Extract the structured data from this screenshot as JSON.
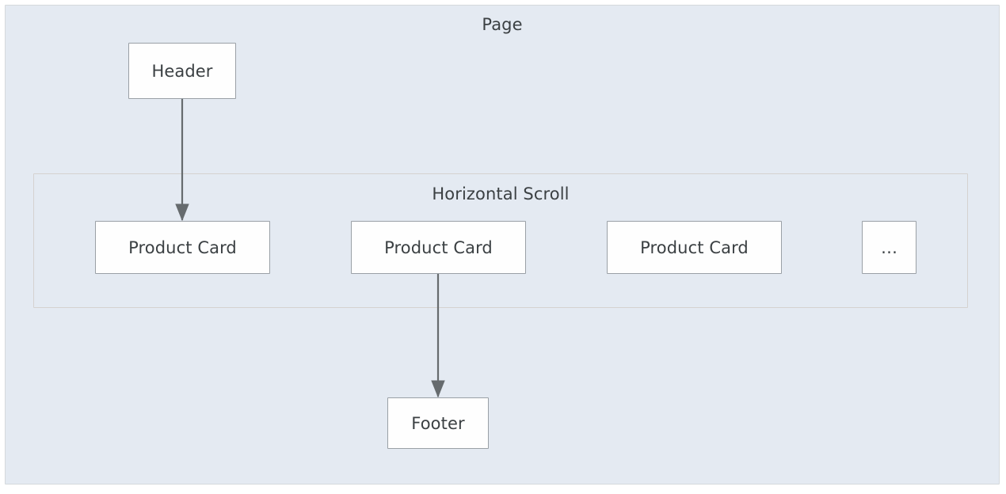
{
  "diagram": {
    "type": "flowchart",
    "background_color": "#ffffff",
    "containers": [
      {
        "id": "page",
        "label": "Page",
        "fill": "#e4eaf2",
        "stroke": "#d5d9dc"
      },
      {
        "id": "horizontal-scroll",
        "label": "Horizontal Scroll",
        "fill": "#e4eaf2",
        "stroke": "#d5d2d0"
      }
    ],
    "nodes": [
      {
        "id": "header",
        "label": "Header"
      },
      {
        "id": "card1",
        "label": "Product Card"
      },
      {
        "id": "card2",
        "label": "Product Card"
      },
      {
        "id": "card3",
        "label": "Product Card"
      },
      {
        "id": "more",
        "label": "…"
      },
      {
        "id": "footer",
        "label": "Footer"
      }
    ],
    "edges": [
      {
        "from": "header",
        "to": "card1",
        "label": "",
        "style": "solid-arrow"
      },
      {
        "from": "card2",
        "to": "footer",
        "label": "",
        "style": "solid-arrow"
      }
    ],
    "node_style": {
      "fill": "#fefefe",
      "stroke": "#9aa0a6",
      "text_color": "#3b4043"
    },
    "edge_style": {
      "stroke": "#666b6e",
      "width": 2
    }
  }
}
